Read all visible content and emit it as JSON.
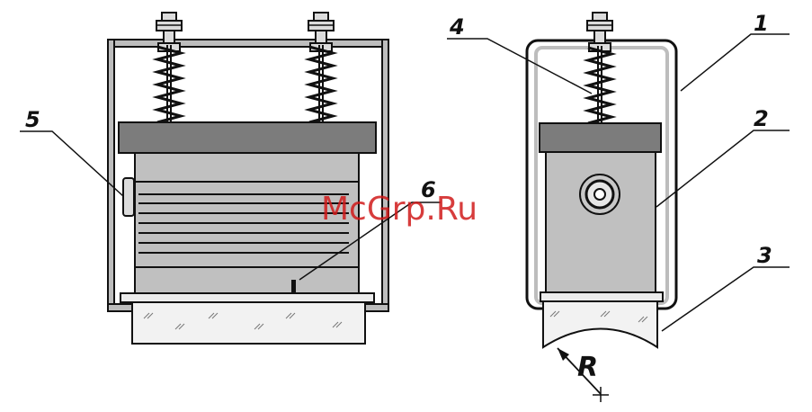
{
  "diagram": {
    "callouts": {
      "c1": "1",
      "c2": "2",
      "c3": "3",
      "c4": "4",
      "c5": "5",
      "c6": "6"
    },
    "radius_label": "R",
    "watermark": "McGrp.Ru"
  },
  "colors": {
    "outline": "#111111",
    "frame": "#bdbdbd",
    "core": "#c0c0c0",
    "yoke": "#7c7c7c",
    "base": "#f2f2f2",
    "watermark": "#d01a1a"
  }
}
